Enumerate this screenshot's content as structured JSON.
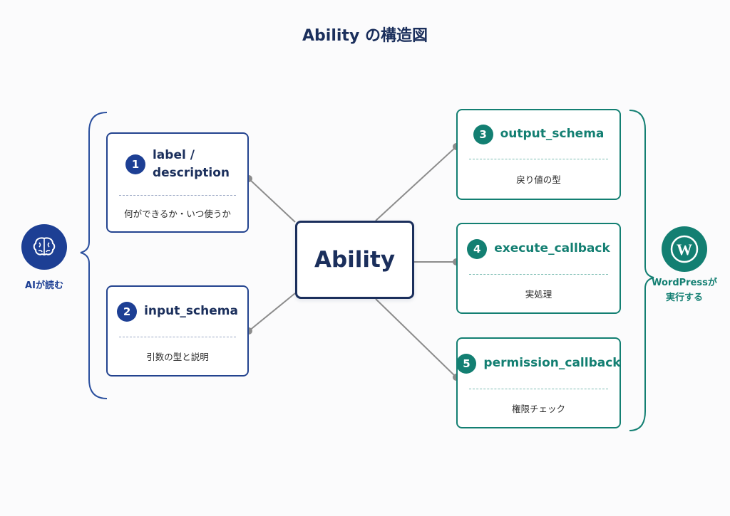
{
  "title": "Ability の構造図",
  "center": {
    "label": "Ability"
  },
  "left_group": {
    "label": "AIが読む",
    "icon": "brain-icon",
    "color": "#1d3f94"
  },
  "right_group": {
    "label_line1": "WordPressが",
    "label_line2": "実行する",
    "icon": "wordpress-icon",
    "color": "#137f72"
  },
  "cards": [
    {
      "num": "1",
      "name_line1": "label /",
      "name_line2": "description",
      "desc": "何ができるか・いつ使うか"
    },
    {
      "num": "2",
      "name_line1": "input_schema",
      "desc": "引数の型と説明"
    },
    {
      "num": "3",
      "name_line1": "output_schema",
      "desc": "戻り値の型"
    },
    {
      "num": "4",
      "name_line1": "execute_callback",
      "desc": "実処理"
    },
    {
      "num": "5",
      "name_line1": "permission_callback",
      "desc": "権限チェック"
    }
  ]
}
